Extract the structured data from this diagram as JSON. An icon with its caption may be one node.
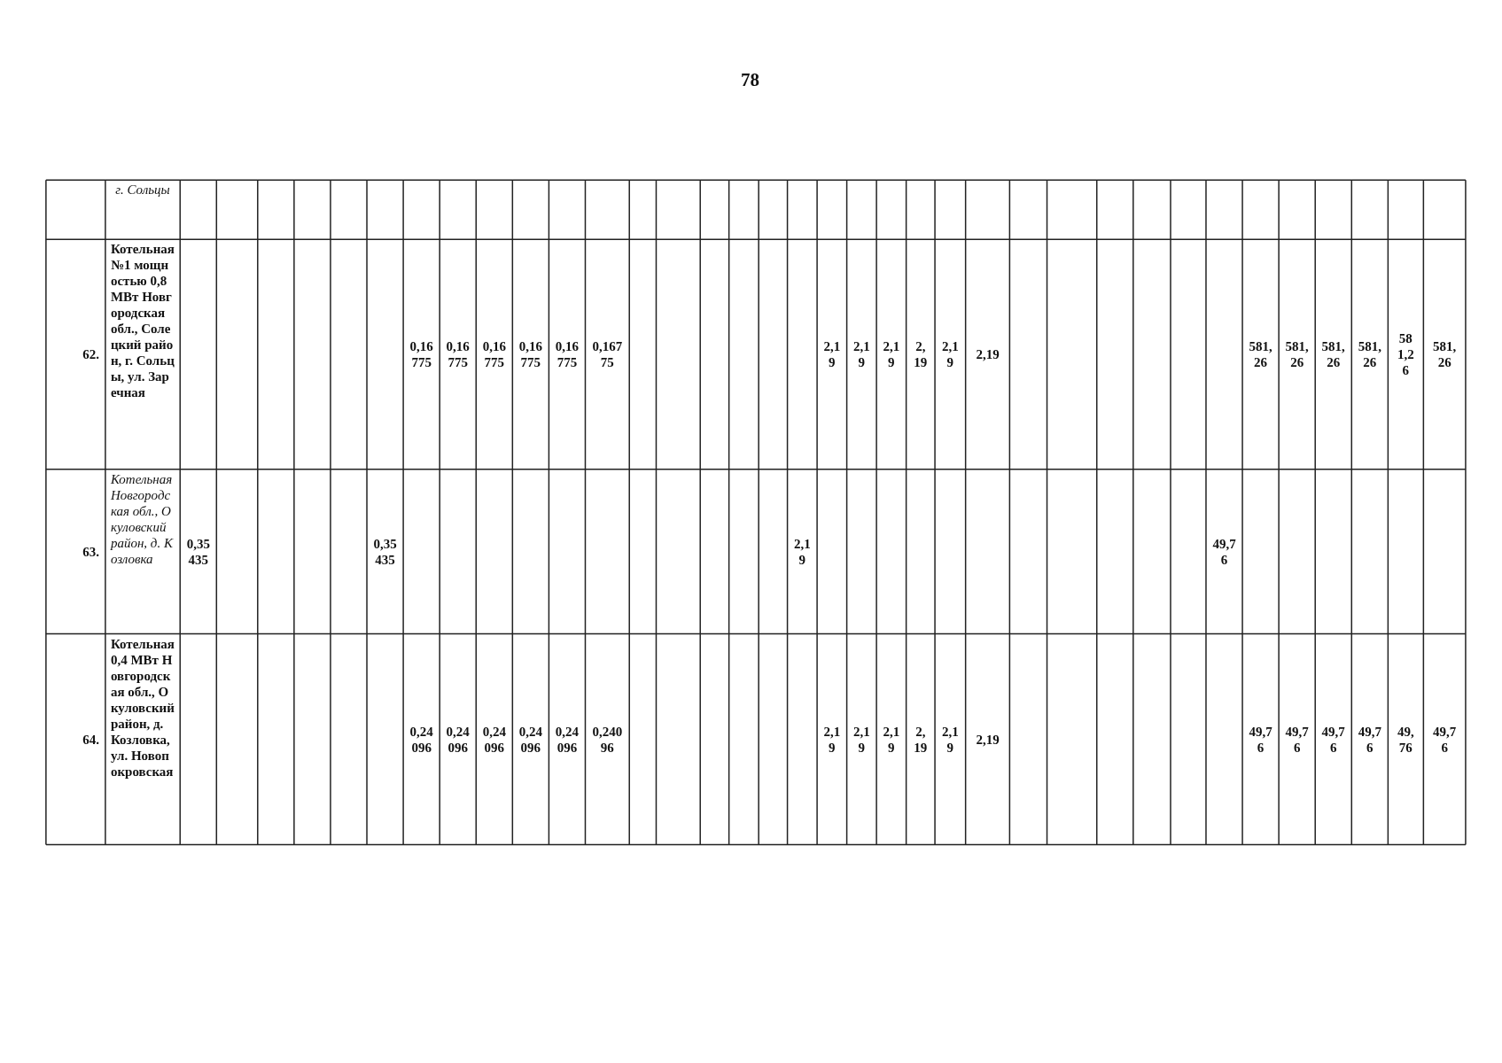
{
  "diagram": {
    "labels": [
      "78",
      "г. Сольцы",
      "62.",
      "Котельная №1 мощностью 0,8МВт Новгородская обл., Солецкий район, г. Сольцы, ул. Заречная",
      "0,16775",
      "0,16775",
      "0,16775",
      "0,16775",
      "0,16775",
      "0,16775",
      "2,19",
      "2,19",
      "2,19",
      "2,19",
      "2,19",
      "2,19",
      "581,26",
      "581,26",
      "581,26",
      "581,26",
      "581,26",
      "581,26",
      "63.",
      "Котельная Новгородская обл., Окуловский район, д. Козловка",
      "0,35435",
      "0,35435",
      "2,19",
      "49,76",
      "64.",
      "Котельная 0,4 МВт Новгородская обл., Окуловский район, д. Козловка, ул. Новопокровская",
      "0,24096",
      "0,24096",
      "0,24096",
      "0,24096",
      "0,24096",
      "0,24096",
      "2,19",
      "2,19",
      "2,19",
      "2,19",
      "2,19",
      "2,19",
      "49,76",
      "49,76",
      "49,76",
      "49,76",
      "49,76",
      "49,76"
    ]
  }
}
